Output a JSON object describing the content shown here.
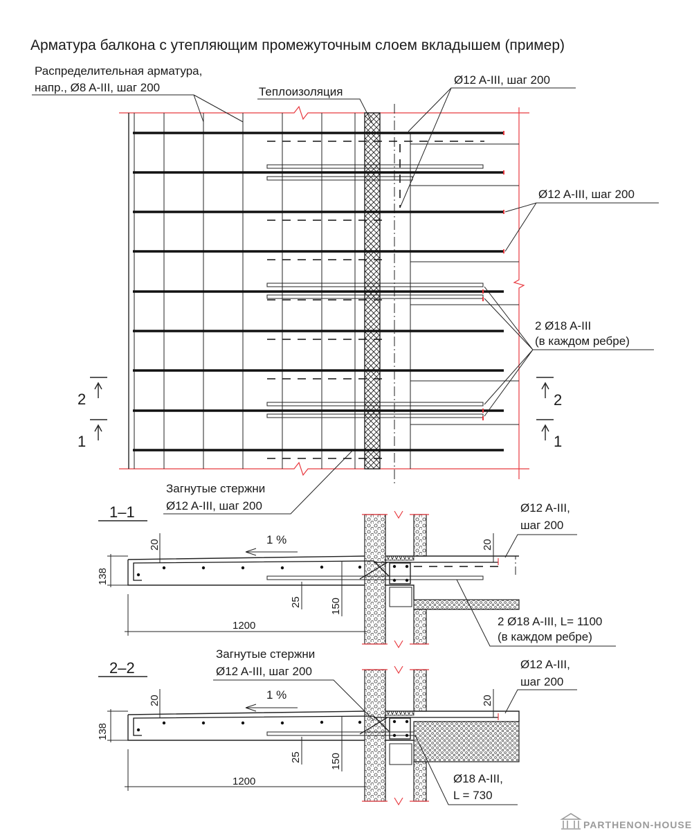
{
  "title": "Арматура балкона с утепляющим промежуточным слоем вкладышем (пример)",
  "plan": {
    "distribution_line1": "Распределительная арматура,",
    "distribution_line2": "напр., Ø8 A-III, шаг 200",
    "insulation": "Теплоизоляция",
    "top_bars": "Ø12 A-III, шаг 200",
    "mid_bars": "Ø12 A-III, шаг 200",
    "rib_bars_line1": "2 Ø18 A-III",
    "rib_bars_line2": "(в каждом ребре)",
    "section_2": "2",
    "section_1": "1",
    "bent_bars_line1": "Загнутые стержни",
    "bent_bars_line2": "Ø12 A-III, шаг 200"
  },
  "section_1_1": {
    "name": "1–1",
    "slope": "1 %",
    "top_bars_line1": "Ø12 A-III,",
    "top_bars_line2": "шаг 200",
    "rib_line1": "2 Ø18 A-III, L= 1100",
    "rib_line2": "(в каждом ребре)",
    "dims": {
      "cover_top": "20",
      "cover_right": "20",
      "thickness": "138",
      "d25": "25",
      "d150": "150",
      "length": "1200"
    }
  },
  "section_2_2": {
    "name": "2–2",
    "bent_line1": "Загнутые стержни",
    "bent_line2": "Ø12 A-III, шаг 200",
    "slope": "1 %",
    "top_bars_line1": "Ø12 A-III,",
    "top_bars_line2": "шаг 200",
    "rib_line1": "Ø18 A-III,",
    "rib_line2": "L = 730",
    "dims": {
      "cover_top": "20",
      "cover_right": "20",
      "thickness": "138",
      "d25": "25",
      "d150": "150",
      "length": "1200"
    }
  },
  "watermark": "PARTHENON-HOUSE.RU",
  "colors": {
    "cut_line": "#e8393f",
    "ink": "#1a1a1a"
  }
}
